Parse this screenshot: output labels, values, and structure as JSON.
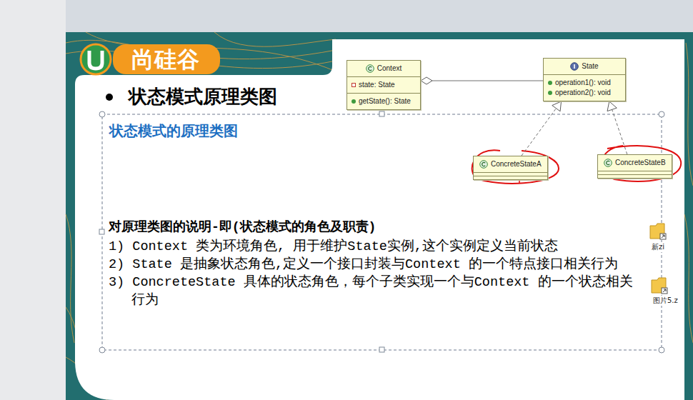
{
  "diagram": {
    "title": "状态模式原理类图",
    "nodes": [
      {
        "text": [
          "Context",
          "state: State",
          "getState(): State"
        ]
      },
      {
        "text": [
          "State",
          "operation1(): void",
          "operation2(): void"
        ]
      },
      {
        "text": [
          "ConcreteStateA"
        ]
      },
      {
        "text": [
          "ConcreteStateB"
        ]
      }
    ],
    "edges": [
      {
        "from": 1,
        "to": 0,
        "arrow": "to"
      },
      {
        "from": 2,
        "to": 1,
        "arrow": "to"
      },
      {
        "from": 3,
        "to": 1,
        "arrow": "to"
      }
    ],
    "labels": [
      "尚硅谷",
      "状态模式的原理类图",
      "对原理类图的说明-即(状态模式的角色及职责)",
      "1) Context 类为环境角色, 用于维护State实例,这个实例定义当前状态",
      "2) State 是抽象状态角色,定义一个接口封装与Context 的一个特点接口相关行为",
      "3) ConcreteState 具体的状态角色，每个子类实现一个与Context 的一个状态相关行为",
      "新zi",
      "图片5.z"
    ]
  }
}
